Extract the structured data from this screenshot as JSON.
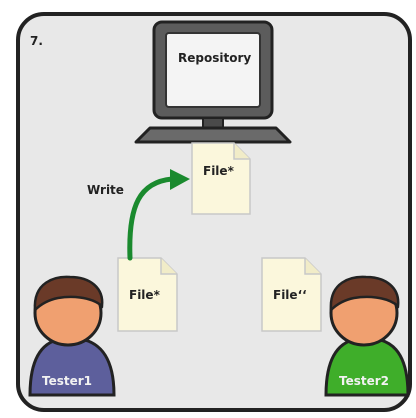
{
  "panel": {
    "number": "7."
  },
  "repository": {
    "label": "Repository"
  },
  "action": {
    "label": "Write"
  },
  "files": {
    "repo_file": "File*",
    "tester1_file": "File*",
    "tester2_file": "File‘‘"
  },
  "testers": {
    "tester1": {
      "label": "Tester1",
      "body_color": "#5d5f9c"
    },
    "tester2": {
      "label": "Tester2",
      "body_color": "#3fae2a"
    }
  },
  "colors": {
    "background": "#e8e8e8",
    "arrow": "#1a8a2e",
    "file": "#fbf7dc",
    "face": "#f0a070",
    "hair": "#6a3a28"
  }
}
